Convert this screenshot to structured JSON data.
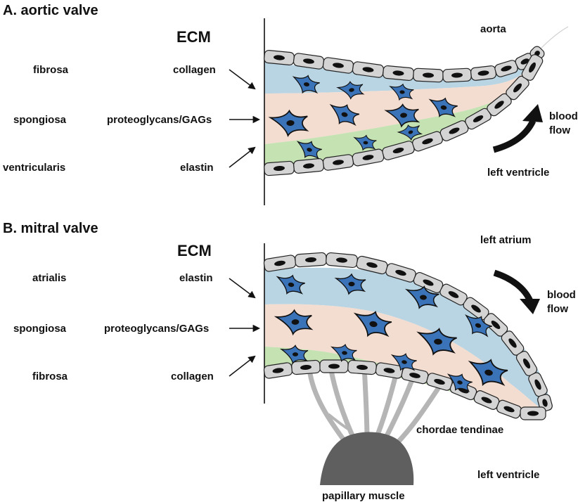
{
  "panels": [
    {
      "title": "A.  aortic valve",
      "ecm_heading": "ECM",
      "layers": [
        "fibrosa",
        "spongiosa",
        "ventricularis"
      ],
      "ecm_components": [
        "collagen",
        "proteoglycans/GAGs",
        "elastin"
      ],
      "regions": {
        "upper": "aorta",
        "lower": "left ventricle"
      },
      "flow_label": [
        "blood",
        "flow"
      ]
    },
    {
      "title": "B.  mitral valve",
      "ecm_heading": "ECM",
      "layers": [
        "atrialis",
        "spongiosa",
        "fibrosa"
      ],
      "ecm_components": [
        "elastin",
        "proteoglycans/GAGs",
        "collagen"
      ],
      "regions": {
        "upper": "left atrium",
        "lower": "left ventricle"
      },
      "flow_label": [
        "blood",
        "flow"
      ],
      "chordae_label": "chordae tendinae",
      "muscle_label": "papillary muscle"
    }
  ],
  "colors": {
    "upper_layer": "#b9d5e3",
    "middle_layer": "#f3dcd0",
    "lower_layer": "#c5e2b3",
    "endothelial_cell": "#d4d4d4",
    "cell_nucleus": "#111111",
    "interstitial_cell": "#3a73b8",
    "chordae": "#b5b5b5",
    "papillary_muscle": "#5f5f5f",
    "arrow": "#111111"
  }
}
